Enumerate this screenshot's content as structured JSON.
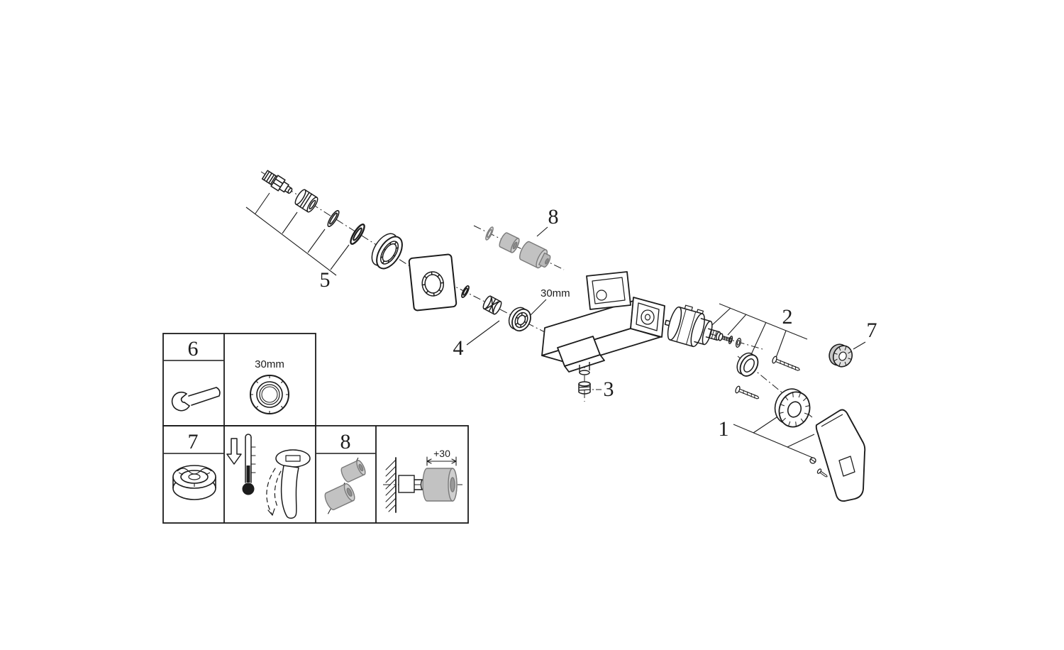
{
  "page": {
    "background": "#ffffff",
    "line_color": "#1c1c1c",
    "optional_part_fill": "#c2c2c2",
    "optional_part_stroke": "#7a7a7a"
  },
  "diagram": {
    "type": "exploded-parts-diagram",
    "callouts": {
      "c1": "1",
      "c2": "2",
      "c3": "3",
      "c4": "4",
      "c5": "5",
      "c7": "7",
      "c8": "8"
    },
    "annotations": {
      "nut_size_main": "30mm"
    },
    "insets": {
      "tool_box_label": "6",
      "tool_nut_size": "30mm",
      "cap_box_label": "7",
      "valve_box_label": "8",
      "extension_dim": "+30"
    }
  }
}
